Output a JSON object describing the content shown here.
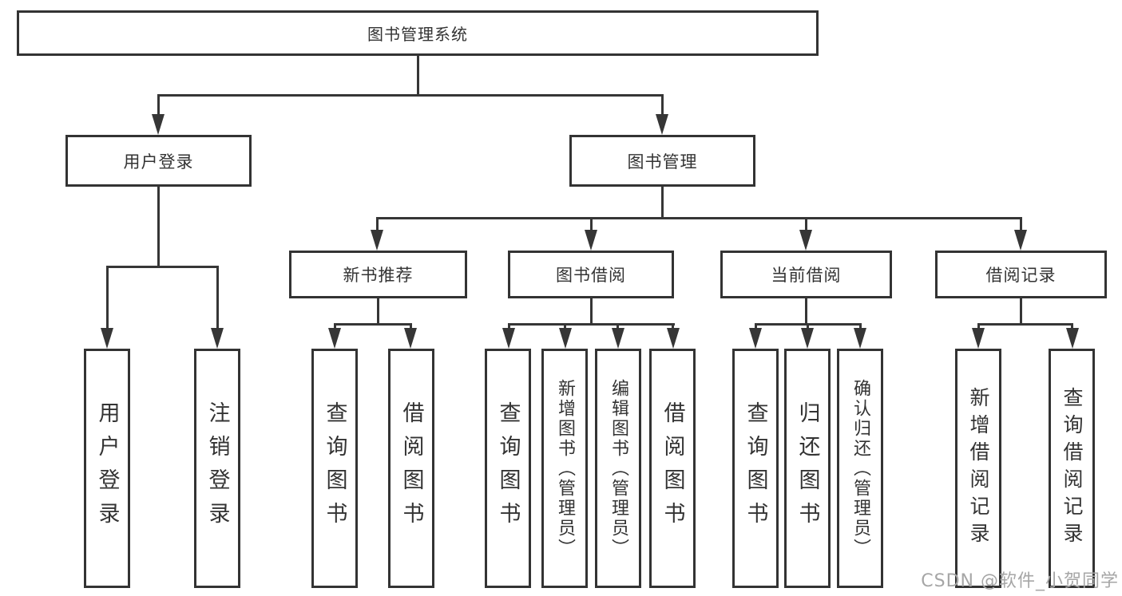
{
  "colors": {
    "page_bg": "#ffffff",
    "line": "#363636",
    "box_border": "#333333",
    "box_fill": "#ffffff",
    "text": "#333333",
    "watermark": "#a6a6a6"
  },
  "tree": {
    "root": {
      "label": "图书管理系统"
    },
    "branches": [
      {
        "label": "用户登录",
        "children": [
          {
            "label": "用户登录"
          },
          {
            "label": "注销登录"
          }
        ]
      },
      {
        "label": "图书管理",
        "children": [
          {
            "label": "新书推荐",
            "children": [
              {
                "label": "查询图书"
              },
              {
                "label": "借阅图书"
              }
            ]
          },
          {
            "label": "图书借阅",
            "children": [
              {
                "label": "查询图书"
              },
              {
                "label": "新增图书（管理员）"
              },
              {
                "label": "编辑图书（管理员）"
              },
              {
                "label": "借阅图书"
              }
            ]
          },
          {
            "label": "当前借阅",
            "children": [
              {
                "label": "查询图书"
              },
              {
                "label": "归还图书"
              },
              {
                "label": "确认归还（管理员）"
              }
            ]
          },
          {
            "label": "借阅记录",
            "children": [
              {
                "label": "新增借阅记录"
              },
              {
                "label": "查询借阅记录"
              }
            ]
          }
        ]
      }
    ]
  },
  "watermark": {
    "text": "CSDN @软件_小贺同学"
  }
}
